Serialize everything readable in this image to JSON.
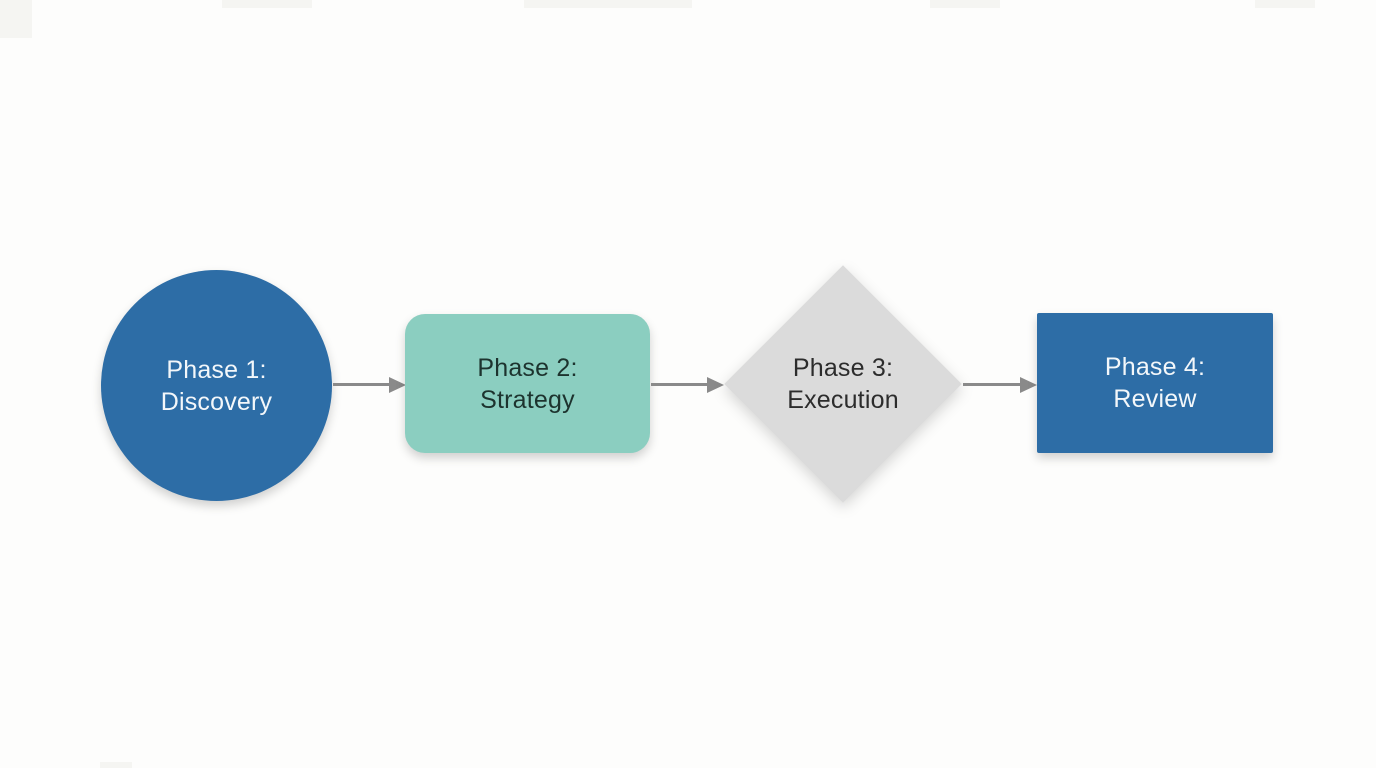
{
  "diagram": {
    "type": "flowchart",
    "direction": "left-to-right",
    "background": "#fdfdfc",
    "nodes": [
      {
        "id": "phase-1",
        "shape": "circle",
        "label": [
          "Phase 1:",
          "Discovery"
        ],
        "fill": "#2d6da6",
        "text_color": "#f3f7fa"
      },
      {
        "id": "phase-2",
        "shape": "rounded-rectangle",
        "label": [
          "Phase 2:",
          "Strategy"
        ],
        "fill": "#8bcec0",
        "text_color": "#1d332e"
      },
      {
        "id": "phase-3",
        "shape": "diamond",
        "label": [
          "Phase 3:",
          "Execution"
        ],
        "fill": "#dbdbdb",
        "text_color": "#2c2c2c"
      },
      {
        "id": "phase-4",
        "shape": "rectangle",
        "label": [
          "Phase 4:",
          "Review"
        ],
        "fill": "#2d6da6",
        "text_color": "#f3f7fa"
      }
    ],
    "connectors": [
      {
        "from": "Phase 1: Discovery",
        "to": "Phase 2: Strategy",
        "style": "arrow-right",
        "color": "#8a8a8a"
      },
      {
        "from": "Phase 2: Strategy",
        "to": "Phase 3: Execution",
        "style": "arrow-right",
        "color": "#8a8a8a"
      },
      {
        "from": "Phase 3: Execution",
        "to": "Phase 4: Review",
        "style": "arrow-right",
        "color": "#8a8a8a"
      }
    ]
  }
}
